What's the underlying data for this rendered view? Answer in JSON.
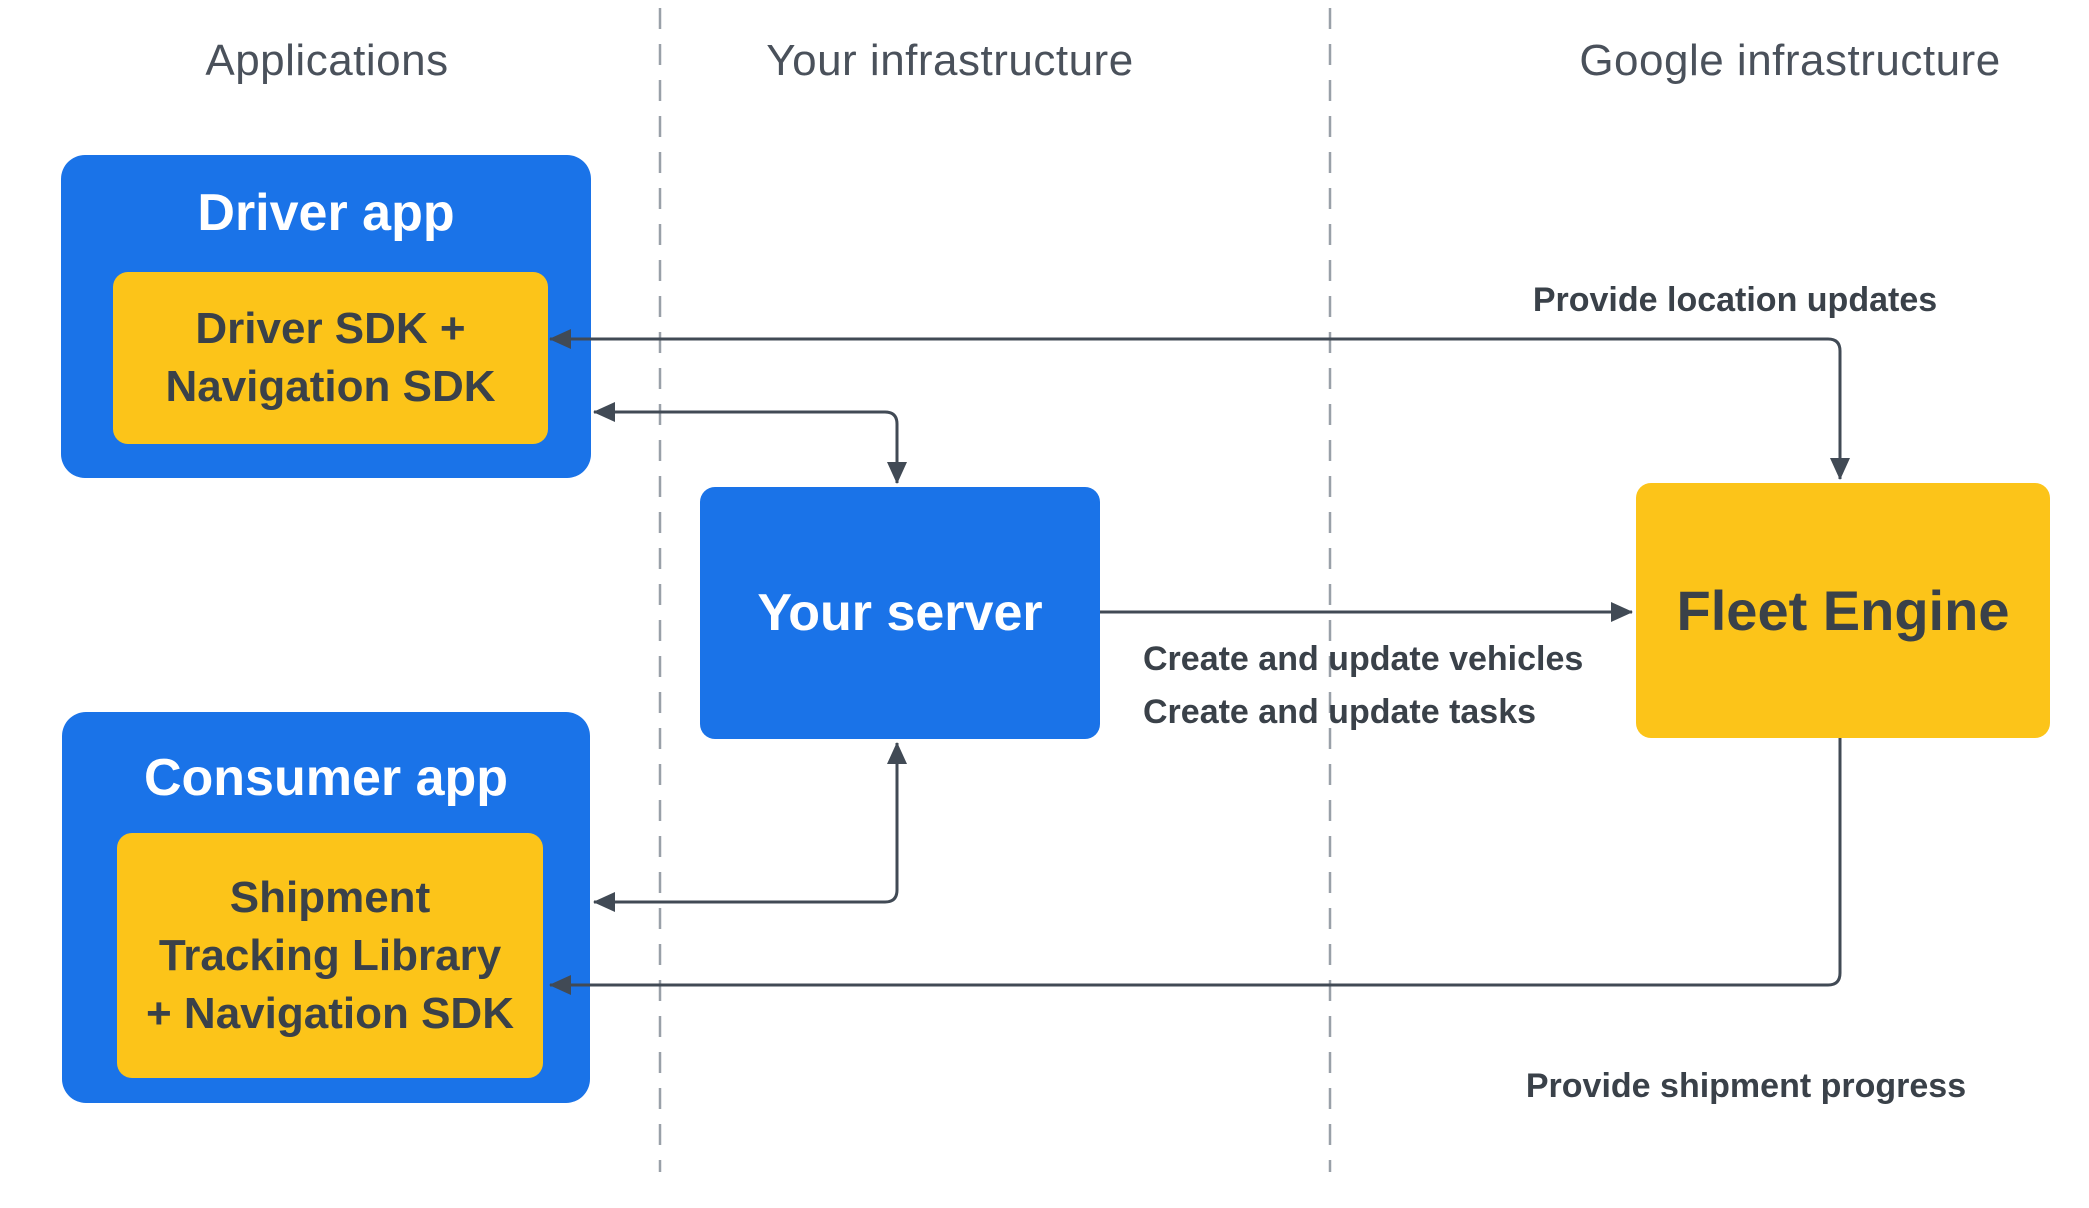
{
  "diagram_title": "Fleet Engine architecture diagram",
  "colors": {
    "blue": "#1a73e8",
    "yellow": "#fcc419",
    "arrow_line": "#414a55",
    "dark_text": "#3a4149",
    "header_text": "#4a515b",
    "dashed_divider": "#99a0a8",
    "background": "#ffffff"
  },
  "column_headers": [
    {
      "label": "Applications"
    },
    {
      "label": "Your infrastructure"
    },
    {
      "label": "Google infrastructure"
    }
  ],
  "nodes": {
    "driver_app": {
      "title": "Driver app"
    },
    "driver_sdk": {
      "line1": "Driver SDK +",
      "line2": "Navigation SDK"
    },
    "consumer_app": {
      "title": "Consumer app"
    },
    "shipment_lib": {
      "line1": "Shipment",
      "line2": "Tracking Library",
      "line3": "+ Navigation SDK"
    },
    "your_server": {
      "title": "Your server"
    },
    "fleet_engine": {
      "title": "Fleet Engine"
    }
  },
  "edge_labels": {
    "location": "Provide location updates",
    "create_vehicles": "Create and update vehicles",
    "create_tasks": "Create and update tasks",
    "shipment": "Provide shipment progress"
  },
  "edges": [
    {
      "name": "driver-sdk-fleet-engine",
      "between": [
        "driver_sdk",
        "fleet_engine"
      ],
      "arrowheads": [
        "driver_sdk",
        "fleet_engine"
      ],
      "label": "Provide location updates"
    },
    {
      "name": "driver-app-your-server",
      "between": [
        "driver_app",
        "your_server"
      ],
      "arrowheads": [
        "driver_app",
        "your_server"
      ],
      "label": ""
    },
    {
      "name": "your-server-fleet-engine",
      "between": [
        "your_server",
        "fleet_engine"
      ],
      "arrowheads": [
        "fleet_engine"
      ],
      "label": "Create and update vehicles / Create and update tasks"
    },
    {
      "name": "consumer-app-your-server",
      "between": [
        "consumer_app",
        "your_server"
      ],
      "arrowheads": [
        "consumer_app",
        "your_server"
      ],
      "label": ""
    },
    {
      "name": "fleet-engine-shipment-lib",
      "between": [
        "fleet_engine",
        "shipment_lib"
      ],
      "arrowheads": [
        "shipment_lib"
      ],
      "label": "Provide shipment progress"
    }
  ]
}
